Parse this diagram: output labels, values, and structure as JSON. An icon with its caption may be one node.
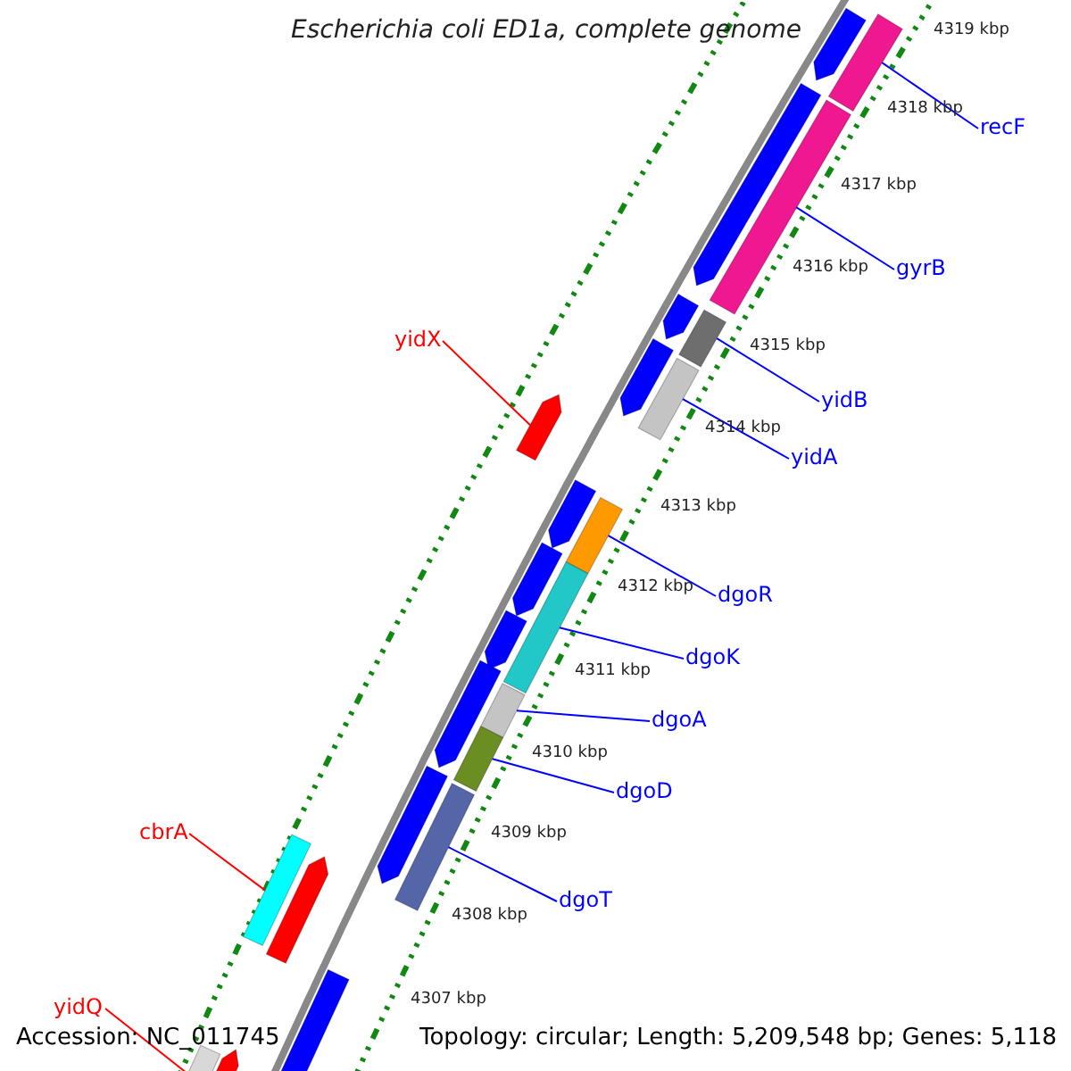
{
  "diagram": {
    "title": "Escherichia coli ED1a, complete genome",
    "nodes": [
      {
        "text": [
          "recF"
        ]
      },
      {
        "text": [
          "gyrB"
        ]
      },
      {
        "text": [
          "yidX"
        ]
      },
      {
        "text": [
          "yidB"
        ]
      },
      {
        "text": [
          "yidA"
        ]
      },
      {
        "text": [
          "dgoR"
        ]
      },
      {
        "text": [
          "dgoK"
        ]
      },
      {
        "text": [
          "dgoA"
        ]
      },
      {
        "text": [
          "dgoD"
        ]
      },
      {
        "text": [
          "cbrA"
        ]
      },
      {
        "text": [
          "dgoT"
        ]
      },
      {
        "text": [
          "yidQ"
        ]
      },
      {
        "text": [],
        "shape": "bar"
      },
      {
        "text": [],
        "shape": "bar"
      },
      {
        "text": [],
        "shape": "bar"
      },
      {
        "text": [],
        "shape": "bar"
      },
      {
        "text": [],
        "shape": "bar"
      },
      {
        "text": [],
        "shape": "bar"
      },
      {
        "text": [],
        "shape": "bar"
      },
      {
        "text": [],
        "shape": "bar"
      },
      {
        "text": [],
        "shape": "bar"
      },
      {
        "text": [],
        "shape": "bar"
      },
      {
        "text": [],
        "shape": "bar"
      },
      {
        "text": [],
        "shape": "bar"
      },
      {
        "text": [],
        "shape": "bar"
      },
      {
        "text": [],
        "shape": "bar"
      },
      {
        "text": [],
        "shape": "bar"
      },
      {
        "text": [],
        "shape": "bar"
      },
      {
        "text": [],
        "shape": "bar"
      },
      {
        "text": [],
        "shape": "bar"
      },
      {
        "text": [],
        "shape": "bar"
      },
      {
        "text": [],
        "shape": "bar"
      },
      {
        "text": [],
        "shape": "bar"
      },
      {
        "text": [],
        "shape": "bar"
      },
      {
        "text": [],
        "shape": "bar"
      },
      {
        "text": [],
        "shape": "bar"
      }
    ],
    "edges": [
      {
        "from": 0,
        "to": 13,
        "arrow": "none"
      },
      {
        "from": 1,
        "to": 15,
        "arrow": "none"
      },
      {
        "from": 2,
        "to": 20,
        "arrow": "none",
        "color": "#ff0000"
      },
      {
        "from": 3,
        "to": 17,
        "arrow": "none"
      },
      {
        "from": 4,
        "to": 19,
        "arrow": "none"
      },
      {
        "from": 5,
        "to": 22,
        "arrow": "none"
      },
      {
        "from": 6,
        "to": 24,
        "arrow": "none"
      },
      {
        "from": 7,
        "to": 27,
        "arrow": "none"
      },
      {
        "from": 8,
        "to": 28,
        "arrow": "none"
      },
      {
        "from": 9,
        "to": 31,
        "arrow": "none",
        "color": "#ff0000"
      },
      {
        "from": 10,
        "to": 30,
        "arrow": "none"
      },
      {
        "from": 11,
        "to": 34,
        "arrow": "none",
        "color": "#ff0000"
      }
    ],
    "labels": [
      "4319 kbp",
      "4318 kbp",
      "4317 kbp",
      "4316 kbp",
      "4315 kbp",
      "4314 kbp",
      "4313 kbp",
      "4312 kbp",
      "4311 kbp",
      "4310 kbp",
      "4309 kbp",
      "4308 kbp",
      "4307 kbp",
      "Accession: NC_011745",
      "Topology: circular; Length: 5,209,548 bp; Genes: 5,118"
    ]
  }
}
